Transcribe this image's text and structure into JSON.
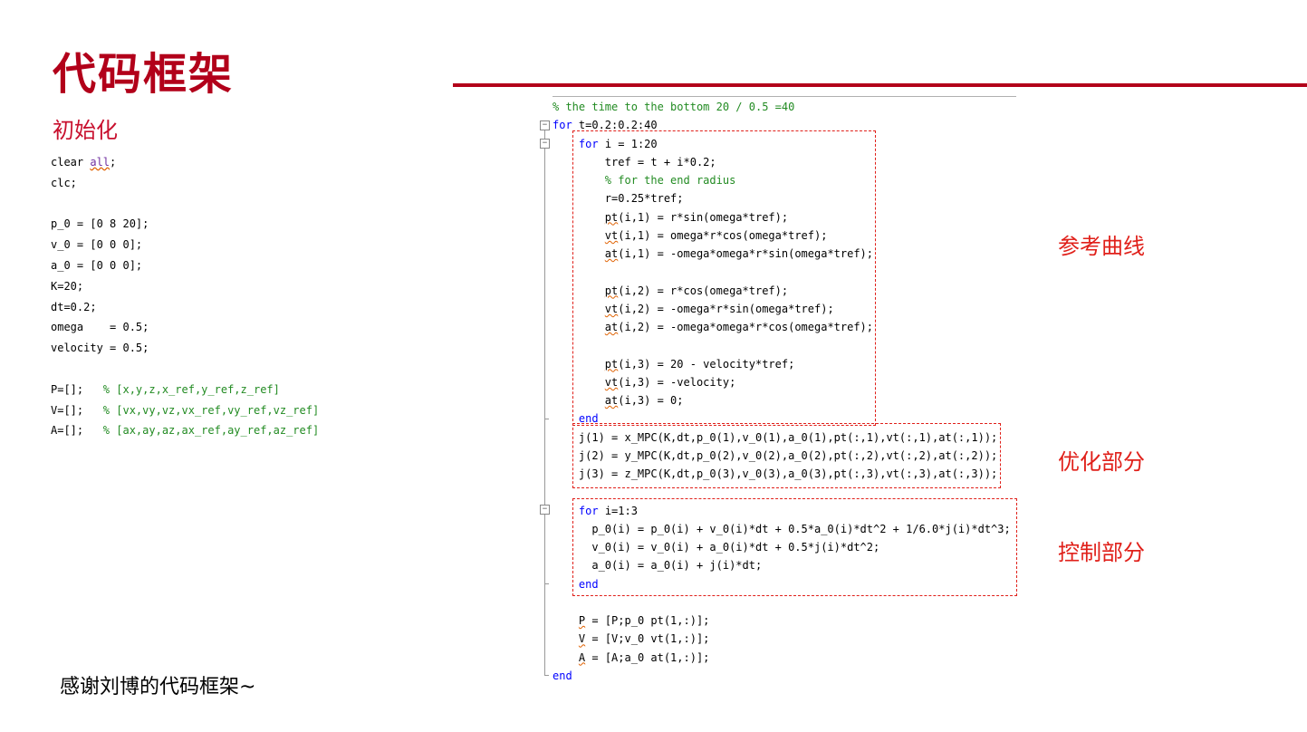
{
  "title": "代码框架",
  "subtitle": "初始化",
  "init_code": [
    [
      {
        "t": "clear "
      },
      {
        "t": "all",
        "c": "squig"
      },
      {
        "t": ";"
      }
    ],
    [
      {
        "t": "clc;"
      }
    ],
    [],
    [
      {
        "t": "p_0 = [0 8 20];"
      }
    ],
    [
      {
        "t": "v_0 = [0 0 0];"
      }
    ],
    [
      {
        "t": "a_0 = [0 0 0];"
      }
    ],
    [
      {
        "t": "K=20;"
      }
    ],
    [
      {
        "t": "dt=0.2;"
      }
    ],
    [
      {
        "t": "omega    = 0.5;"
      }
    ],
    [
      {
        "t": "velocity = 0.5;"
      }
    ],
    [],
    [
      {
        "t": "P=[];   "
      },
      {
        "t": "% [x,y,z,x_ref,y_ref,z_ref]",
        "c": "cm"
      }
    ],
    [
      {
        "t": "V=[];   "
      },
      {
        "t": "% [vx,vy,vz,vx_ref,vy_ref,vz_ref]",
        "c": "cm"
      }
    ],
    [
      {
        "t": "A=[];   "
      },
      {
        "t": "% [ax,ay,az,ax_ref,ay_ref,az_ref]",
        "c": "cm"
      }
    ]
  ],
  "main_code": [
    [
      {
        "t": "% the time to the bottom 20 / 0.5 =40",
        "c": "cm"
      }
    ],
    [
      {
        "t": "for",
        "c": "kw"
      },
      {
        "t": " t=0.2:0.2:40"
      }
    ],
    [
      {
        "t": "    "
      },
      {
        "t": "for",
        "c": "kw"
      },
      {
        "t": " i = 1:20"
      }
    ],
    [
      {
        "t": "        tref = t + i*0.2;"
      }
    ],
    [
      {
        "t": "        "
      },
      {
        "t": "% for the end radius",
        "c": "cm"
      }
    ],
    [
      {
        "t": "        r=0.25*tref;"
      }
    ],
    [
      {
        "t": "        "
      },
      {
        "t": "pt",
        "c": "u"
      },
      {
        "t": "(i,1) = r*sin(omega*tref);"
      }
    ],
    [
      {
        "t": "        "
      },
      {
        "t": "vt",
        "c": "u"
      },
      {
        "t": "(i,1) = omega*r*cos(omega*tref);"
      }
    ],
    [
      {
        "t": "        "
      },
      {
        "t": "at",
        "c": "u"
      },
      {
        "t": "(i,1) = -omega*omega*r*sin(omega*tref);"
      }
    ],
    [],
    [
      {
        "t": "        "
      },
      {
        "t": "pt",
        "c": "u"
      },
      {
        "t": "(i,2) = r*cos(omega*tref);"
      }
    ],
    [
      {
        "t": "        "
      },
      {
        "t": "vt",
        "c": "u"
      },
      {
        "t": "(i,2) = -omega*r*sin(omega*tref);"
      }
    ],
    [
      {
        "t": "        "
      },
      {
        "t": "at",
        "c": "u"
      },
      {
        "t": "(i,2) = -omega*omega*r*cos(omega*tref);"
      }
    ],
    [],
    [
      {
        "t": "        "
      },
      {
        "t": "pt",
        "c": "u"
      },
      {
        "t": "(i,3) = 20 - velocity*tref;"
      }
    ],
    [
      {
        "t": "        "
      },
      {
        "t": "vt",
        "c": "u"
      },
      {
        "t": "(i,3) = -velocity;"
      }
    ],
    [
      {
        "t": "        "
      },
      {
        "t": "at",
        "c": "u"
      },
      {
        "t": "(i,3) = 0;"
      }
    ],
    [
      {
        "t": "    "
      },
      {
        "t": "end",
        "c": "kw"
      }
    ],
    [
      {
        "t": "    j(1) = x_MPC(K,dt,p_0(1),v_0(1),a_0(1),pt(:,1),vt(:,1),at(:,1));"
      }
    ],
    [
      {
        "t": "    j(2) = y_MPC(K,dt,p_0(2),v_0(2),a_0(2),pt(:,2),vt(:,2),at(:,2));"
      }
    ],
    [
      {
        "t": "    j(3) = z_MPC(K,dt,p_0(3),v_0(3),a_0(3),pt(:,3),vt(:,3),at(:,3));"
      }
    ],
    [],
    [
      {
        "t": "    "
      },
      {
        "t": "for",
        "c": "kw"
      },
      {
        "t": " i=1:3"
      }
    ],
    [
      {
        "t": "      p_0(i) = p_0(i) + v_0(i)*dt + 0.5*a_0(i)*dt^2 + 1/6.0*j(i)*dt^3;"
      }
    ],
    [
      {
        "t": "      v_0(i) = v_0(i) + a_0(i)*dt + 0.5*j(i)*dt^2;"
      }
    ],
    [
      {
        "t": "      a_0(i) = a_0(i) + j(i)*dt;"
      }
    ],
    [
      {
        "t": "    "
      },
      {
        "t": "end",
        "c": "kw"
      }
    ],
    [],
    [
      {
        "t": "    "
      },
      {
        "t": "P",
        "c": "u"
      },
      {
        "t": " = [P;p_0 pt(1,:)];"
      }
    ],
    [
      {
        "t": "    "
      },
      {
        "t": "V",
        "c": "u"
      },
      {
        "t": " = [V;v_0 vt(1,:)];"
      }
    ],
    [
      {
        "t": "    "
      },
      {
        "t": "A",
        "c": "u"
      },
      {
        "t": " = [A;a_0 at(1,:)];"
      }
    ],
    [
      {
        "t": "end",
        "c": "kw"
      }
    ]
  ],
  "labels": {
    "reference": "参考曲线",
    "optimization": "优化部分",
    "control": "控制部分"
  },
  "thanks": "感谢刘博的代码框架~",
  "colors": {
    "title": "#b2001a",
    "annotation": "#e0201a",
    "keyword": "#0000ff",
    "comment": "#228b22"
  }
}
